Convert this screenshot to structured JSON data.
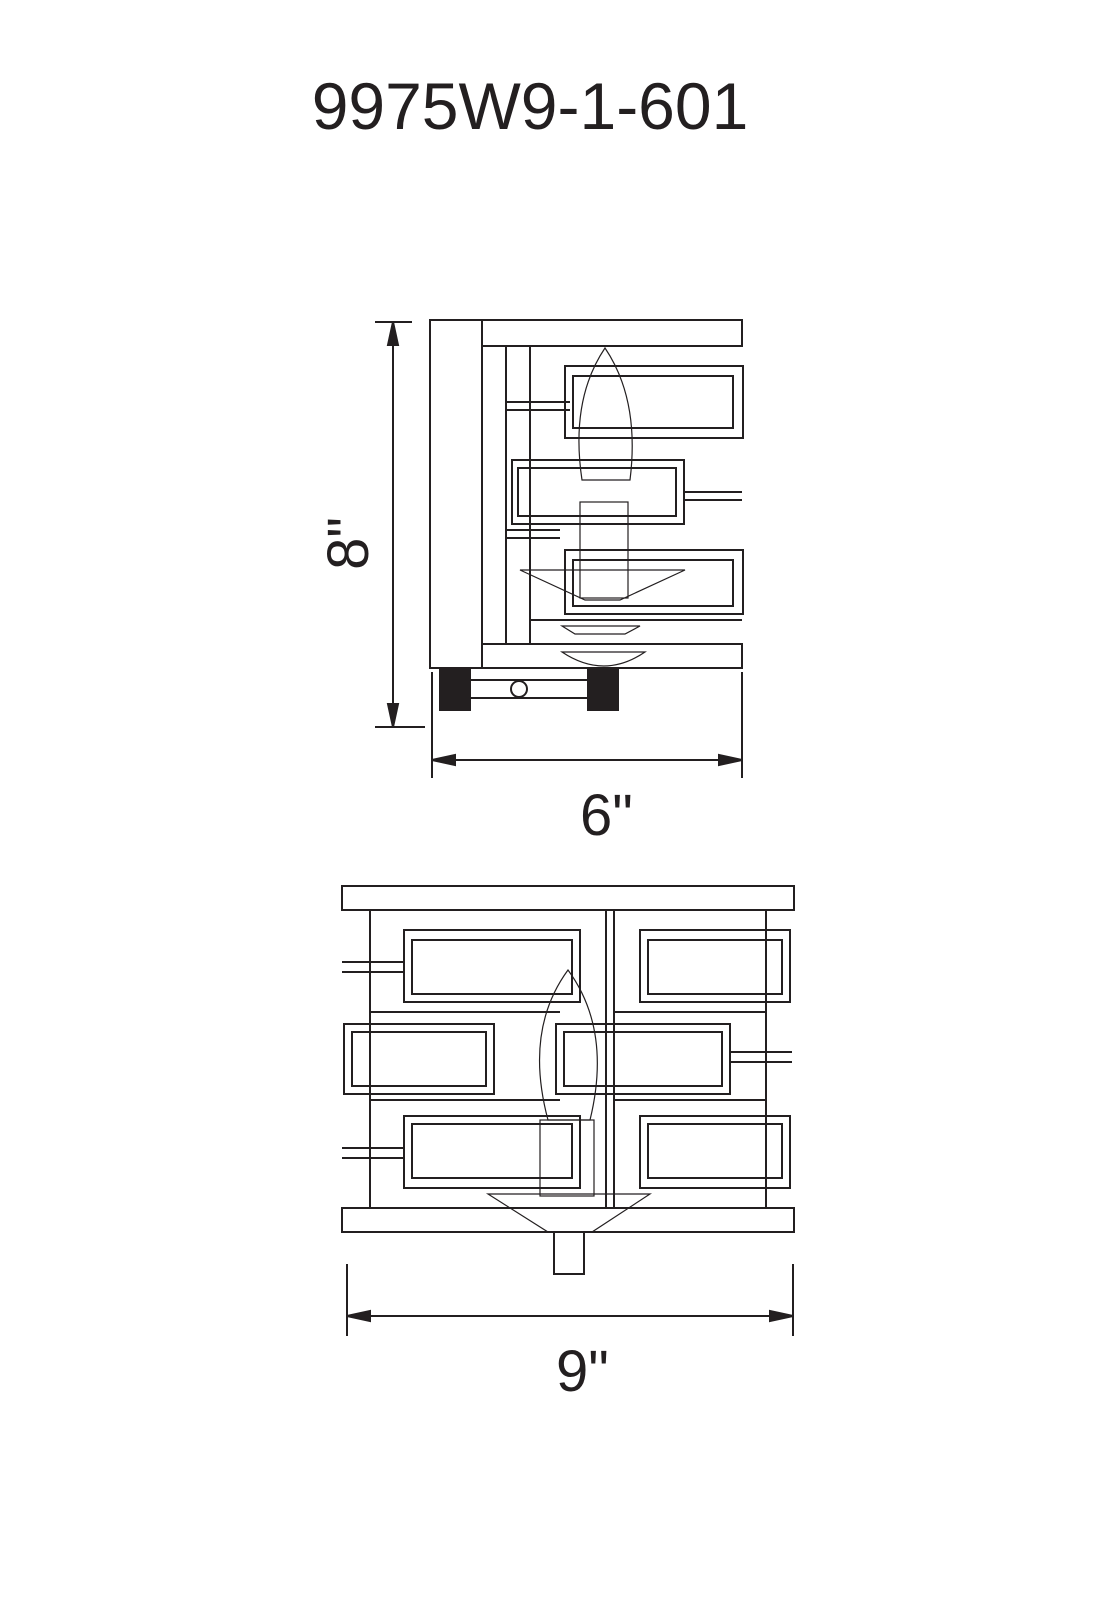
{
  "title": "9975W9-1-601",
  "dimensions": {
    "height": "8\"",
    "depth": "6\"",
    "width": "9\""
  }
}
